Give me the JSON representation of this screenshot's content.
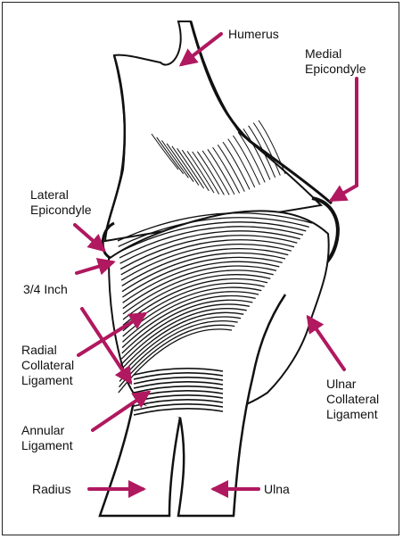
{
  "colors": {
    "arrow": "#b0185f",
    "ink": "#111111",
    "background": "#ffffff"
  },
  "labels": {
    "humerus": "Humerus",
    "medial_epicondyle": "Medial\nEpicondyle",
    "lateral_epicondyle": "Lateral\nEpicondyle",
    "three_quarter_inch": "3/4 Inch",
    "radial_collateral_ligament": "Radial\nCollateral\nLigament",
    "ulnar_collateral_ligament": "Ulnar\nCollateral\nLigament",
    "annular_ligament": "Annular\nLigament",
    "radius": "Radius",
    "ulna": "Ulna"
  }
}
